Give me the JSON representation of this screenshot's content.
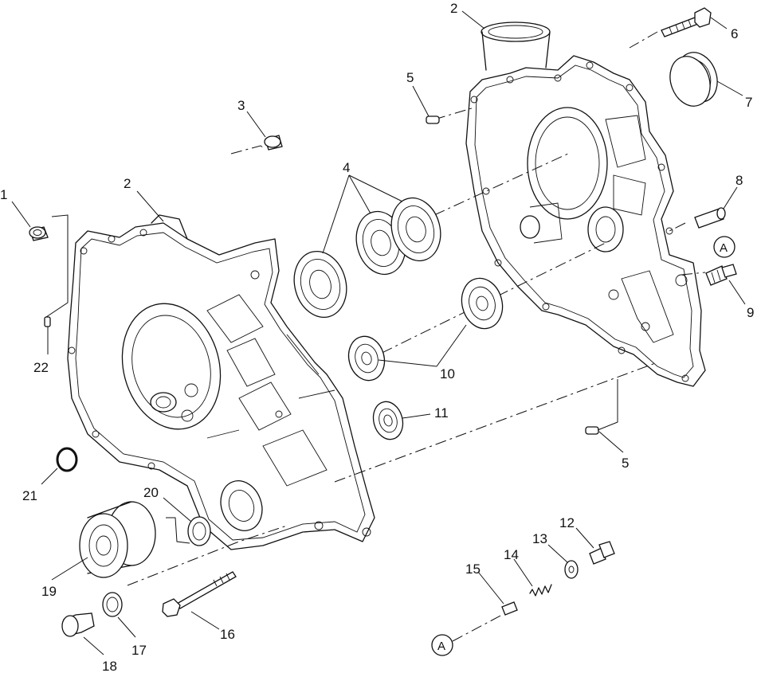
{
  "callouts": {
    "n1": "1",
    "n2a": "2",
    "n2b": "2",
    "n3": "3",
    "n4": "4",
    "n5a": "5",
    "n5b": "5",
    "n6": "6",
    "n7": "7",
    "n8": "8",
    "n9": "9",
    "n10": "10",
    "n11": "11",
    "n12": "12",
    "n13": "13",
    "n14": "14",
    "n15": "15",
    "n16": "16",
    "n17": "17",
    "n18": "18",
    "n19": "19",
    "n20": "20",
    "n21": "21",
    "n22": "22"
  },
  "reference_marks": {
    "a_top": "A",
    "a_bottom": "A"
  }
}
